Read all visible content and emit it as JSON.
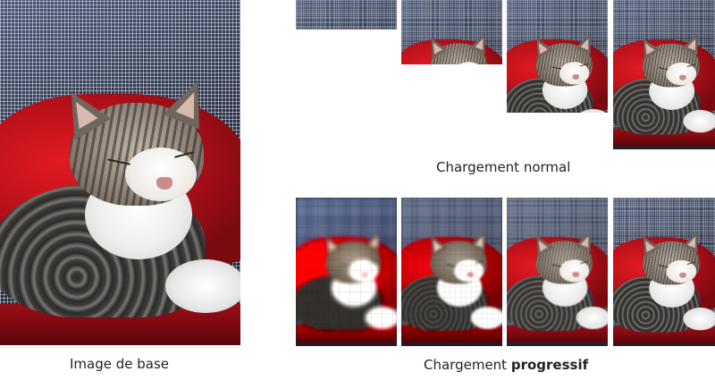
{
  "captions": {
    "base": "Image de base",
    "normal": "Chargement normal",
    "progressive_prefix": "Chargement",
    "progressive_bold": "progressif"
  },
  "colors": {
    "blanket_red": "#d0141c",
    "sofa_navy": "#2b3447",
    "background": "#ffffff"
  },
  "normal_loading_steps": [
    {
      "stage": "top-strip-only"
    },
    {
      "stage": "upper-half"
    },
    {
      "stage": "three-quarters"
    },
    {
      "stage": "full"
    }
  ],
  "progressive_loading_steps": [
    {
      "stage": "very-low-resolution"
    },
    {
      "stage": "low-resolution"
    },
    {
      "stage": "medium-resolution"
    },
    {
      "stage": "full-resolution"
    }
  ]
}
